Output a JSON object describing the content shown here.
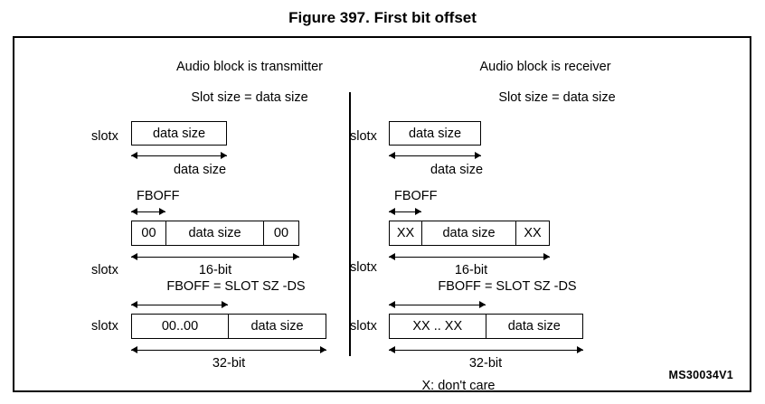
{
  "figure": {
    "title": "Figure 397. First bit offset",
    "reference_code": "MS30034V1",
    "footnote": "X: don't care"
  },
  "columns": [
    {
      "id": "transmitter",
      "header": "Audio block is transmitter",
      "subheader": "Slot size = data size",
      "rows": [
        {
          "id": "slot-equal-data",
          "slot_label": "slotx",
          "cells": [
            "data size"
          ],
          "measure_label": "data size"
        },
        {
          "id": "slot-16-bit",
          "slot_label": "slotx",
          "offset_label": "FBOFF",
          "cells": [
            "00",
            "data size",
            "00"
          ],
          "measure_label": "16-bit"
        },
        {
          "id": "slot-32-bit",
          "slot_label": "slotx",
          "offset_label": "FBOFF = SLOT SZ -DS",
          "cells": [
            "00..00",
            "data size"
          ],
          "measure_label": "32-bit"
        }
      ]
    },
    {
      "id": "receiver",
      "header": "Audio block is receiver",
      "subheader": "Slot size = data size",
      "rows": [
        {
          "id": "slot-equal-data",
          "slot_label": "slotx",
          "cells": [
            "data size"
          ],
          "measure_label": "data size"
        },
        {
          "id": "slot-16-bit",
          "slot_label": "slotx",
          "offset_label": "FBOFF",
          "cells": [
            "XX",
            "data size",
            "XX"
          ],
          "measure_label": "16-bit"
        },
        {
          "id": "slot-32-bit",
          "slot_label": "slotx",
          "offset_label": "FBOFF = SLOT SZ -DS",
          "cells": [
            "XX .. XX",
            "data size"
          ],
          "measure_label": "32-bit"
        }
      ]
    }
  ],
  "colors": {
    "stroke": "#000000",
    "background": "#ffffff",
    "text": "#000000"
  }
}
